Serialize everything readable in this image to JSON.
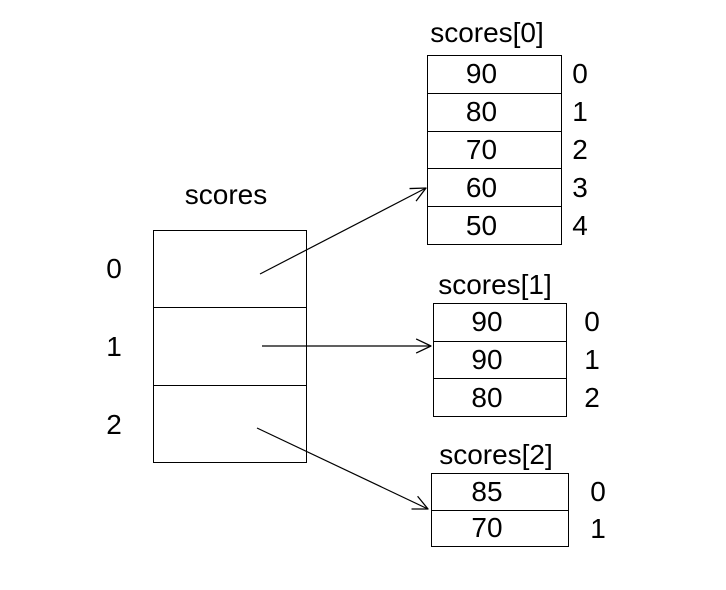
{
  "colors": {
    "background": "#ffffff",
    "line": "#000000",
    "text": "#000000"
  },
  "main_array": {
    "title": "scores",
    "indices": [
      "0",
      "1",
      "2"
    ]
  },
  "sub_arrays": [
    {
      "title": "scores[0]",
      "values": [
        "90",
        "80",
        "70",
        "60",
        "50"
      ],
      "indices": [
        "0",
        "1",
        "2",
        "3",
        "4"
      ]
    },
    {
      "title": "scores[1]",
      "values": [
        "90",
        "90",
        "80"
      ],
      "indices": [
        "0",
        "1",
        "2"
      ]
    },
    {
      "title": "scores[2]",
      "values": [
        "85",
        "70"
      ],
      "indices": [
        "0",
        "1"
      ]
    }
  ],
  "arrows": [
    {
      "from": "scores cell 0",
      "to": "scores[0]"
    },
    {
      "from": "scores cell 1",
      "to": "scores[1]"
    },
    {
      "from": "scores cell 2",
      "to": "scores[2]"
    }
  ]
}
